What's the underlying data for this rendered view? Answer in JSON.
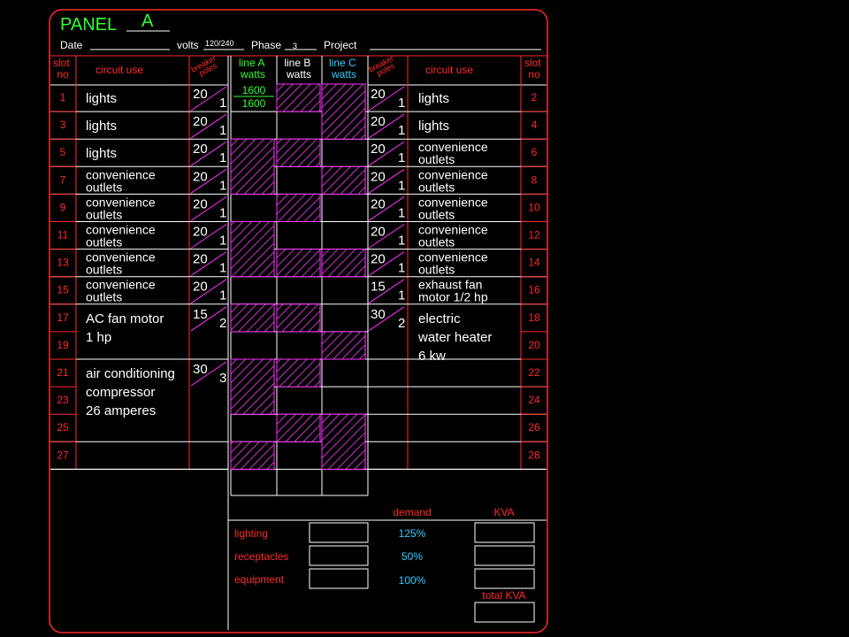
{
  "header": {
    "panel_label": "PANEL",
    "panel_name": "A",
    "date_label": "Date",
    "volts_label": "volts",
    "volts_value": "120/240",
    "phase_label": "Phase",
    "phase_value": "3",
    "project_label": "Project"
  },
  "columns": {
    "slot_no": [
      "slot",
      "no"
    ],
    "circuit_use": "circuit use",
    "breaker_poles": [
      "breaker",
      "poles"
    ],
    "line_a": [
      "line A",
      "watts"
    ],
    "line_b": [
      "line B",
      "watts"
    ],
    "line_c": [
      "line C",
      "watts"
    ]
  },
  "left_slots": [
    "1",
    "3",
    "5",
    "7",
    "9",
    "11",
    "13",
    "15",
    "17",
    "19",
    "21",
    "23",
    "25",
    "27"
  ],
  "right_slots": [
    "2",
    "4",
    "6",
    "8",
    "10",
    "12",
    "14",
    "16",
    "18",
    "20",
    "22",
    "24",
    "26",
    "28"
  ],
  "left_circuits": [
    {
      "lines": [
        "lights"
      ],
      "amps": "20",
      "poles": "1"
    },
    {
      "lines": [
        "lights"
      ],
      "amps": "20",
      "poles": "1"
    },
    {
      "lines": [
        "lights"
      ],
      "amps": "20",
      "poles": "1"
    },
    {
      "lines": [
        "convenience",
        "outlets"
      ],
      "amps": "20",
      "poles": "1"
    },
    {
      "lines": [
        "convenience",
        "outlets"
      ],
      "amps": "20",
      "poles": "1"
    },
    {
      "lines": [
        "convenience",
        "outlets"
      ],
      "amps": "20",
      "poles": "1"
    },
    {
      "lines": [
        "convenience",
        "outlets"
      ],
      "amps": "20",
      "poles": "1"
    },
    {
      "lines": [
        "convenience",
        "outlets"
      ],
      "amps": "20",
      "poles": "1"
    },
    {
      "lines": [
        "AC fan motor",
        "1 hp"
      ],
      "amps": "15",
      "poles": "2"
    },
    {
      "lines": [
        "air conditioning",
        "compressor",
        "26 amperes"
      ],
      "amps": "30",
      "poles": "3"
    }
  ],
  "right_circuits": [
    {
      "lines": [
        "lights"
      ],
      "amps": "20",
      "poles": "1"
    },
    {
      "lines": [
        "lights"
      ],
      "amps": "20",
      "poles": "1"
    },
    {
      "lines": [
        "convenience",
        "outlets"
      ],
      "amps": "20",
      "poles": "1"
    },
    {
      "lines": [
        "convenience",
        "outlets"
      ],
      "amps": "20",
      "poles": "1"
    },
    {
      "lines": [
        "convenience",
        "outlets"
      ],
      "amps": "20",
      "poles": "1"
    },
    {
      "lines": [
        "convenience",
        "outlets"
      ],
      "amps": "20",
      "poles": "1"
    },
    {
      "lines": [
        "convenience",
        "outlets"
      ],
      "amps": "20",
      "poles": "1"
    },
    {
      "lines": [
        "exhaust fan",
        "motor  1/2 hp"
      ],
      "amps": "15",
      "poles": "1"
    },
    {
      "lines": [
        "electric",
        "water heater",
        "6 kw"
      ],
      "amps": "30",
      "poles": "2"
    }
  ],
  "line_a_watts": [
    "1600",
    "1600"
  ],
  "summary": {
    "demand_label": "demand",
    "kva_label": "KVA",
    "total_kva_label": "total KVA",
    "rows": [
      {
        "label": "lighting",
        "demand": "125%"
      },
      {
        "label": "receptacles",
        "demand": "50%"
      },
      {
        "label": "equipment",
        "demand": "100%"
      }
    ]
  },
  "colors": {
    "background": "#000000",
    "frame": "#ff2a2a",
    "white": "#ffffff",
    "green": "#33ff33",
    "cyan": "#33ccff",
    "magenta": "#ff33ff",
    "hatch": "#cc33cc"
  }
}
